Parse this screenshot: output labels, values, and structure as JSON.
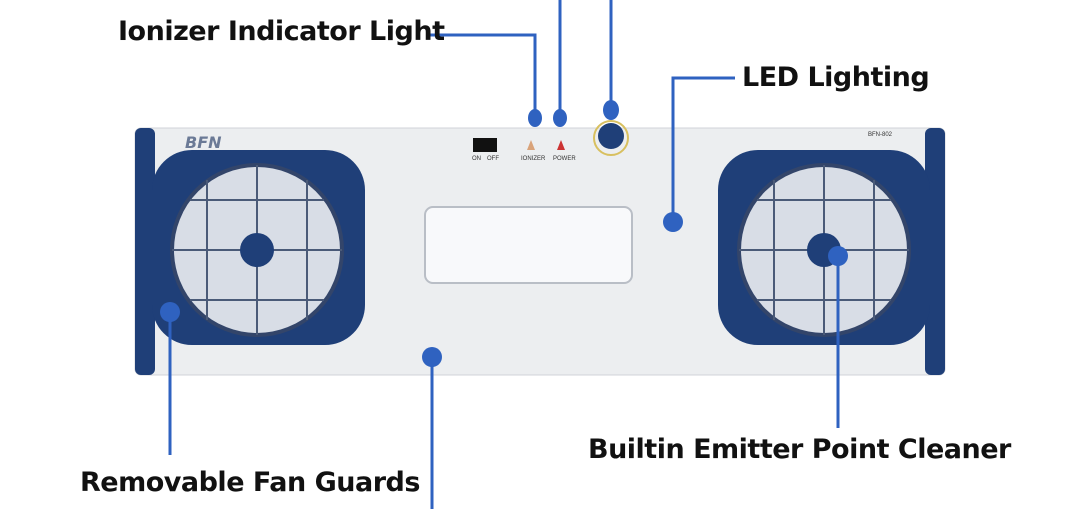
{
  "callouts": {
    "ionizer_indicator": "Ionizer Indicator Light",
    "led_lighting": "LED Lighting",
    "fan_guards": "Removable Fan Guards",
    "emitter_cleaner": "Builtin Emitter Point Cleaner"
  },
  "device": {
    "logo": "BFN",
    "model": "BFN-802",
    "switch_on": "ON",
    "switch_off": "OFF",
    "ionizer_label": "IONIZER",
    "power_label": "POWER"
  },
  "colors": {
    "accent": "#2f62c0",
    "housing": "#1f3f78",
    "body": "#eceef0"
  }
}
